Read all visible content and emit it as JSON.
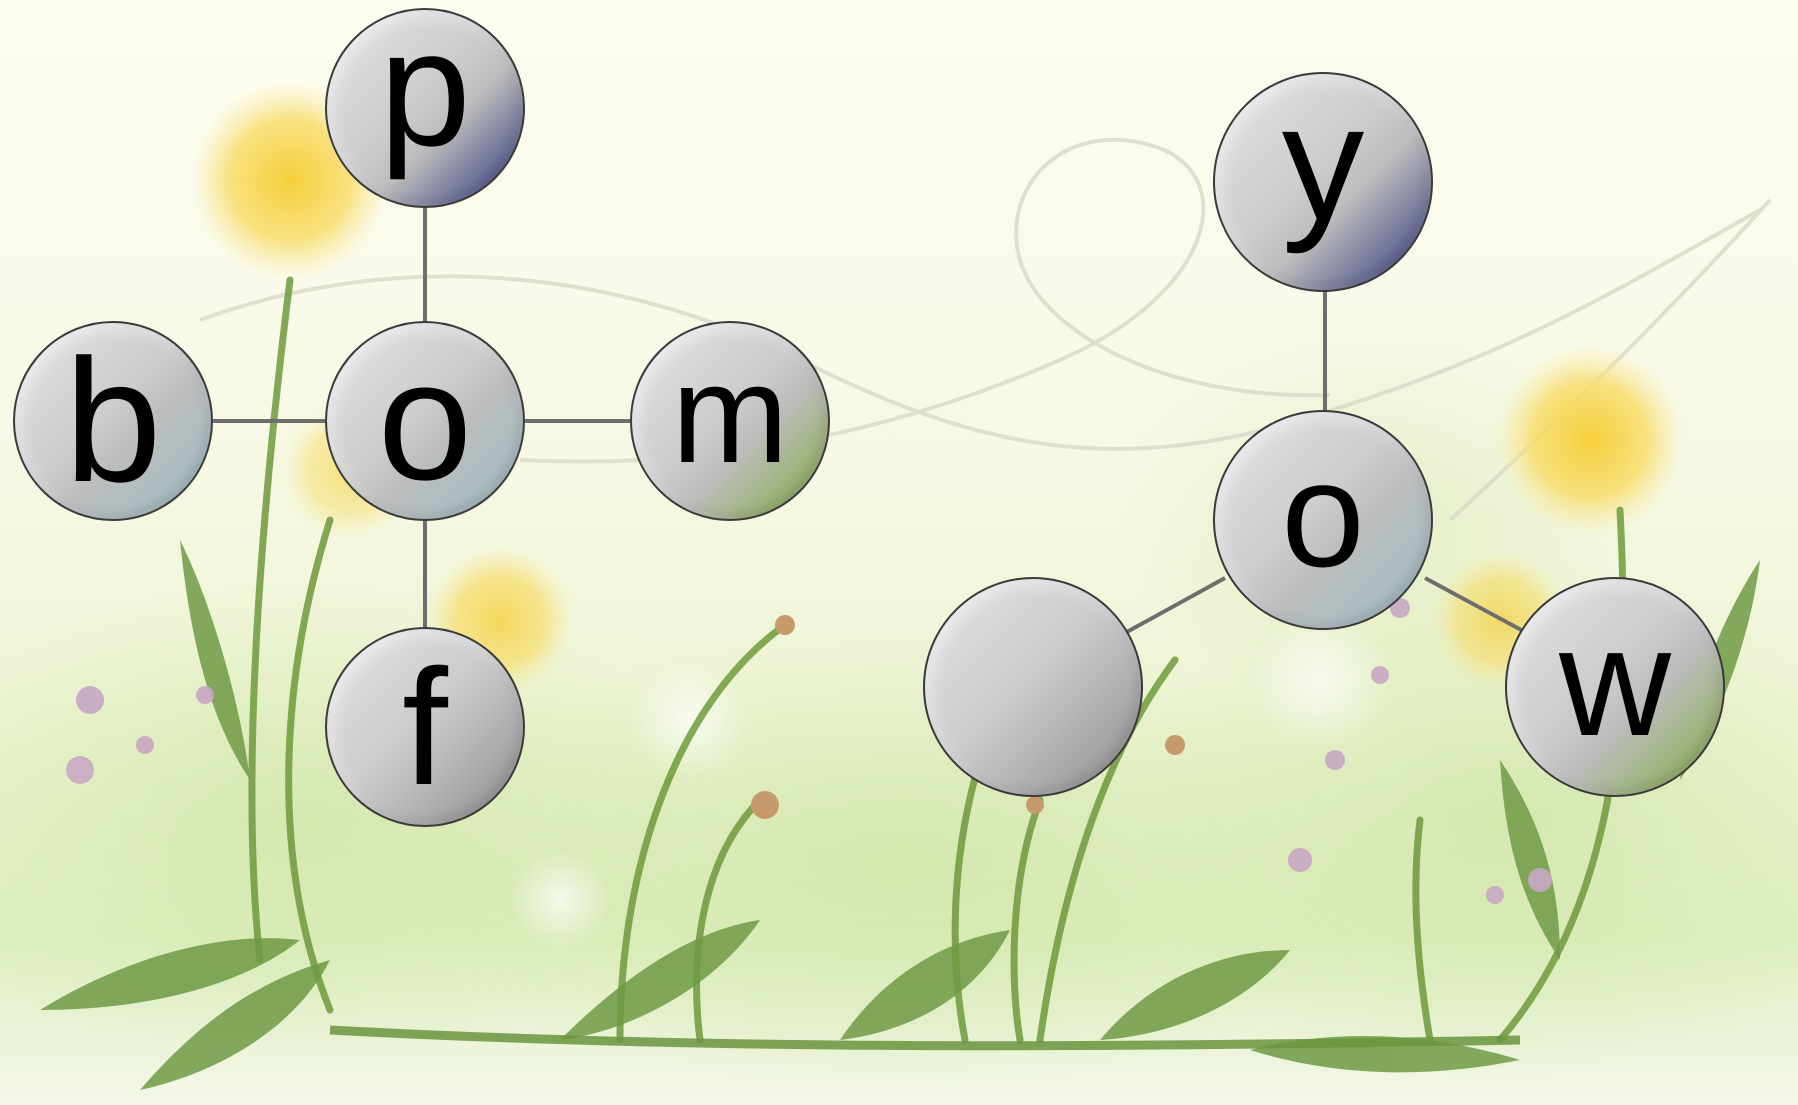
{
  "colors": {
    "accent_navy": "#2b2f7a",
    "accent_teal": "#9bbcc4",
    "accent_green": "#7fa83c",
    "accent_gray": "#8a8a8a",
    "wire": "#6e6e6e"
  },
  "clusters": [
    {
      "center": {
        "letter": "o",
        "accent": "teal"
      },
      "neighbors": [
        {
          "position": "top",
          "letter": "p",
          "accent": "navy"
        },
        {
          "position": "left",
          "letter": "b",
          "accent": "teal"
        },
        {
          "position": "right",
          "letter": "m",
          "accent": "green"
        },
        {
          "position": "bottom",
          "letter": "f",
          "accent": "gray"
        }
      ]
    },
    {
      "center": {
        "letter": "o",
        "accent": "teal"
      },
      "neighbors": [
        {
          "position": "top",
          "letter": "y",
          "accent": "navy"
        },
        {
          "position": "bottom-left",
          "letter": "",
          "accent": "gray"
        },
        {
          "position": "bottom-right",
          "letter": "w",
          "accent": "green"
        }
      ]
    }
  ]
}
